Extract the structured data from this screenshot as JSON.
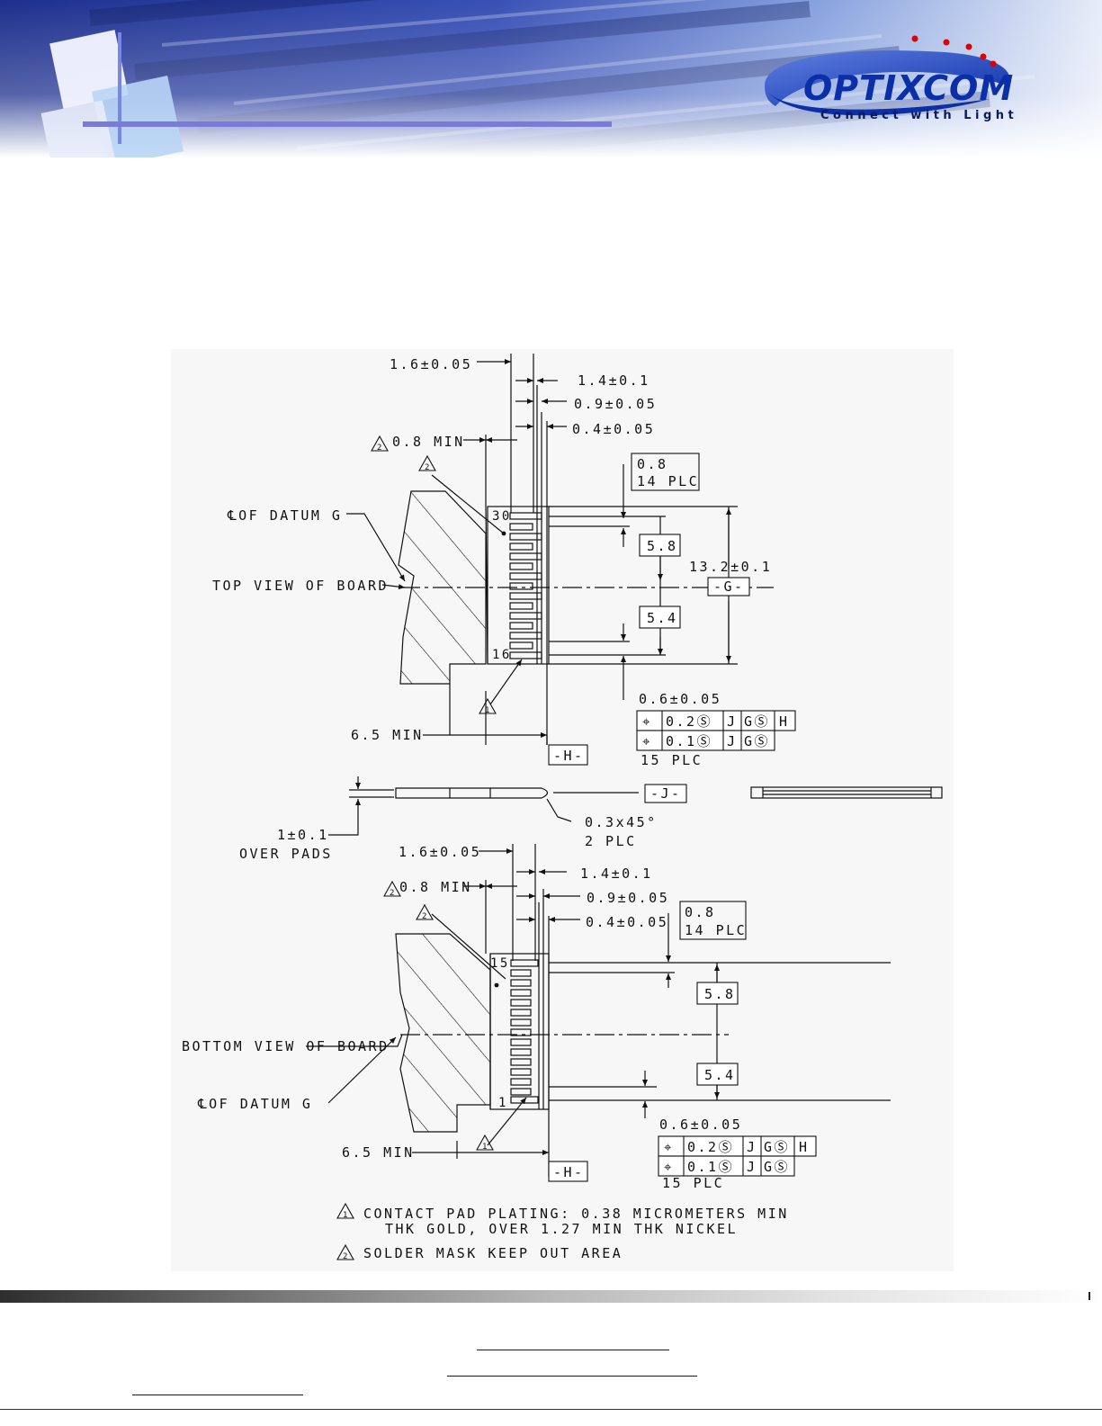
{
  "header": {
    "logo_text": "OPTIXCOM",
    "tagline": "Connect with Light",
    "brand_color": "#0b2fa8",
    "accent_color": "#d40000"
  },
  "drawing": {
    "top_view": {
      "dim_1_6": "1.6±0.05",
      "dim_1_4": "1.4±0.1",
      "dim_0_9": "0.9±0.05",
      "dim_0_4": "0.4±0.05",
      "keepout_min": "0.8 MIN",
      "note2_flag": "2",
      "pitch_box_line1": "0.8",
      "pitch_box_line2": "14 PLC",
      "dim_5_8": "5.8",
      "dim_5_4": "5.4",
      "dim_13_2": "13.2±0.1",
      "datum_g": "-G-",
      "cl_datum": "℄OF DATUM G",
      "view_label": "TOP VIEW OF BOARD",
      "pin_top": "30",
      "pin_bottom": "16",
      "note1_flag": "1",
      "dim_0_6": "0.6±0.05",
      "fcf_row1": [
        "⌖",
        "0.2Ⓢ",
        "J",
        "GⓈ",
        "H"
      ],
      "fcf_row2": [
        "⌖",
        "0.1Ⓢ",
        "J",
        "GⓈ"
      ],
      "plc_15": "15 PLC",
      "dim_6_5": "6.5 MIN",
      "datum_h": "-H-"
    },
    "side_view": {
      "datum_j": "-J-",
      "chamfer_line1": "0.3x45°",
      "chamfer_line2": "2 PLC",
      "thick_line1": "1±0.1",
      "thick_line2": "OVER PADS"
    },
    "bottom_view": {
      "dim_1_6": "1.6±0.05",
      "dim_1_4": "1.4±0.1",
      "dim_0_9": "0.9±0.05",
      "dim_0_4": "0.4±0.05",
      "keepout_min": "0.8 MIN",
      "note2_flag": "2",
      "pitch_box_line1": "0.8",
      "pitch_box_line2": "14 PLC",
      "dim_5_8": "5.8",
      "dim_5_4": "5.4",
      "view_label": "BOTTOM VIEW OF BOARD",
      "cl_datum": "℄OF DATUM G",
      "pin_top": "15",
      "pin_bottom": "1",
      "note1_flag": "1",
      "dim_0_6": "0.6±0.05",
      "fcf_row1": [
        "⌖",
        "0.2Ⓢ",
        "J",
        "GⓈ",
        "H"
      ],
      "fcf_row2": [
        "⌖",
        "0.1Ⓢ",
        "J",
        "GⓈ"
      ],
      "plc_15": "15 PLC",
      "dim_6_5": "6.5 MIN",
      "datum_h": "-H-"
    },
    "notes": {
      "note1_line1": "CONTACT PAD PLATING: 0.38 MICROMETERS MIN",
      "note1_line2": "THK GOLD, OVER 1.27 MIN THK NICKEL",
      "note2": "SOLDER MASK KEEP OUT AREA"
    }
  }
}
